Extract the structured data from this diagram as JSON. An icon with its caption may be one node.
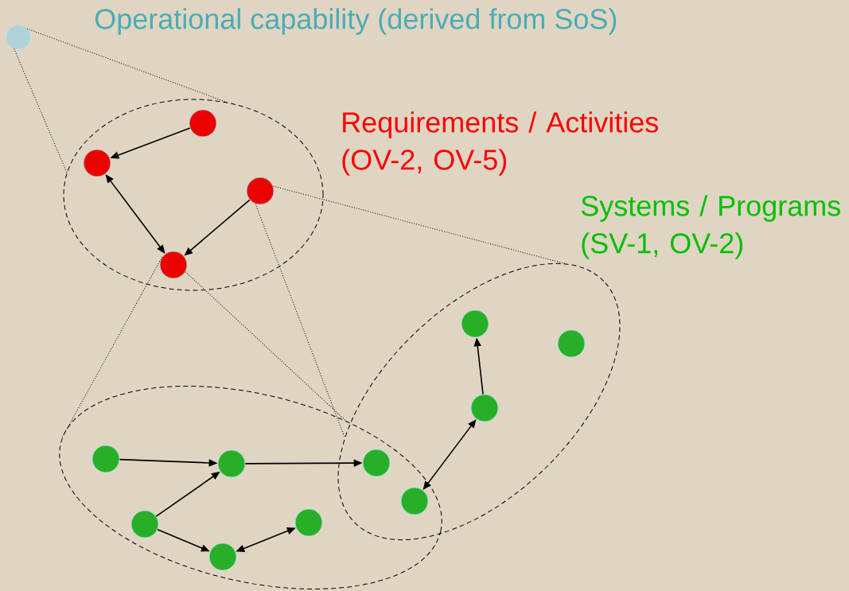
{
  "diagram": {
    "nodes": [
      {
        "text": [],
        "shape": "circle",
        "beside": [
          "Operational capability (derived from SoS)"
        ]
      },
      {
        "text": [],
        "shape": "ellipse"
      },
      {
        "text": [],
        "shape": "circle",
        "in": 1
      },
      {
        "text": [],
        "shape": "circle",
        "in": 1
      },
      {
        "text": [],
        "shape": "circle",
        "in": 1
      },
      {
        "text": [],
        "shape": "circle",
        "in": 1
      },
      {
        "text": [],
        "shape": "ellipse"
      },
      {
        "text": [],
        "shape": "circle",
        "in": 6
      },
      {
        "text": [],
        "shape": "circle",
        "in": 6
      },
      {
        "text": [],
        "shape": "circle",
        "in": 6
      },
      {
        "text": [],
        "shape": "ellipse"
      },
      {
        "text": [],
        "shape": "circle",
        "in": 10
      },
      {
        "text": [],
        "shape": "circle",
        "in": 10
      },
      {
        "text": [],
        "shape": "circle"
      },
      {
        "text": [],
        "shape": "circle"
      },
      {
        "text": [],
        "shape": "circle",
        "in": 10
      },
      {
        "text": [],
        "shape": "circle",
        "in": 10
      },
      {
        "text": [],
        "shape": "circle",
        "in": 10
      }
    ],
    "edges": [
      {
        "from": 2,
        "to": 3,
        "arrow": "to"
      },
      {
        "from": 3,
        "to": 5,
        "arrow": "both"
      },
      {
        "from": 4,
        "to": 5,
        "arrow": "to"
      },
      {
        "from": 9,
        "to": 7,
        "arrow": "to"
      },
      {
        "from": 9,
        "to": 14,
        "arrow": "both"
      },
      {
        "from": 11,
        "to": 12,
        "arrow": "to"
      },
      {
        "from": 12,
        "to": 13,
        "arrow": "to"
      },
      {
        "from": 15,
        "to": 12,
        "arrow": "to"
      },
      {
        "from": 15,
        "to": 17,
        "arrow": "to"
      },
      {
        "from": 17,
        "to": 16,
        "arrow": "both"
      },
      {
        "from": 0,
        "to": 1,
        "arrow": "none",
        "style": "dashed"
      },
      {
        "from": 0,
        "to": 1,
        "arrow": "none",
        "style": "dashed"
      },
      {
        "from": 5,
        "to": 10,
        "arrow": "none",
        "style": "dashed"
      },
      {
        "from": 5,
        "to": 10,
        "arrow": "none",
        "style": "dashed"
      },
      {
        "from": 4,
        "to": 6,
        "arrow": "none",
        "style": "dashed"
      },
      {
        "from": 4,
        "to": 6,
        "arrow": "none",
        "style": "dashed"
      }
    ],
    "labels": [
      "Requirements / Activities (OV-2, OV-5)",
      "Systems / Programs (SV-1, OV-2)"
    ]
  }
}
